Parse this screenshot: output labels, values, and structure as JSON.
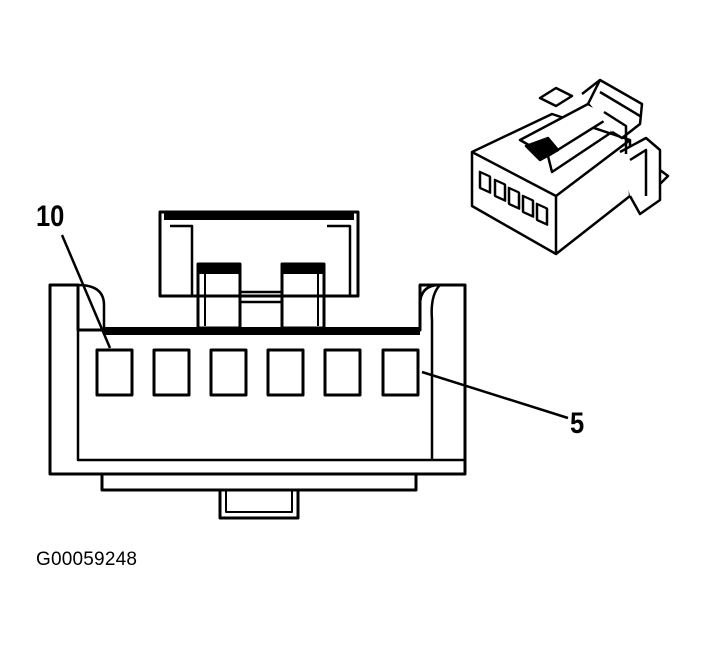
{
  "labels": {
    "pin_first": "10",
    "pin_last": "5"
  },
  "figure_id": "G00059248",
  "colors": {
    "line": "#000000",
    "background": "#ffffff"
  }
}
